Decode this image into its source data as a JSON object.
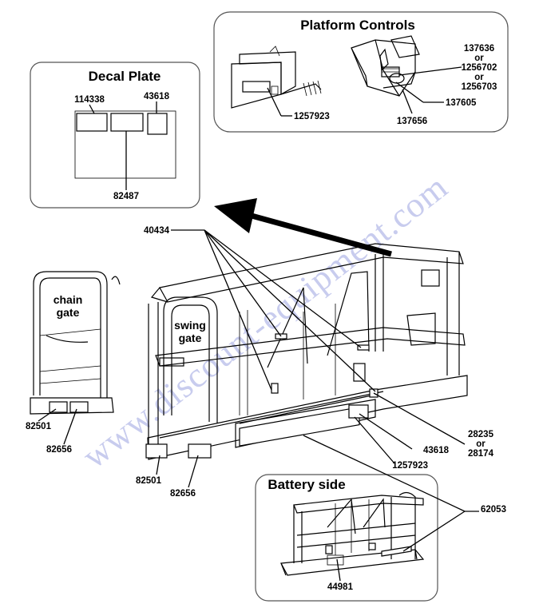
{
  "watermark": "www.discount-equipment.com",
  "platform_controls": {
    "title": "Platform Controls",
    "parts": [
      "137636",
      "or",
      "1256702",
      "or",
      "1256703",
      "1257923",
      "137605",
      "137656"
    ]
  },
  "decal_plate": {
    "title": "Decal Plate",
    "parts": [
      "114338",
      "43618",
      "82487"
    ]
  },
  "main": {
    "callout_top": "40434",
    "chain_gate_label": [
      "chain",
      "gate"
    ],
    "swing_gate_label": [
      "swing",
      "gate"
    ],
    "chain_gate_parts": [
      "82501",
      "82656"
    ],
    "swing_gate_parts": [
      "82501",
      "82656"
    ],
    "right_parts": [
      "28235",
      "or",
      "28174",
      "43618",
      "1257923"
    ]
  },
  "battery_side": {
    "title": "Battery side",
    "parts": [
      "44981",
      "62053"
    ]
  }
}
